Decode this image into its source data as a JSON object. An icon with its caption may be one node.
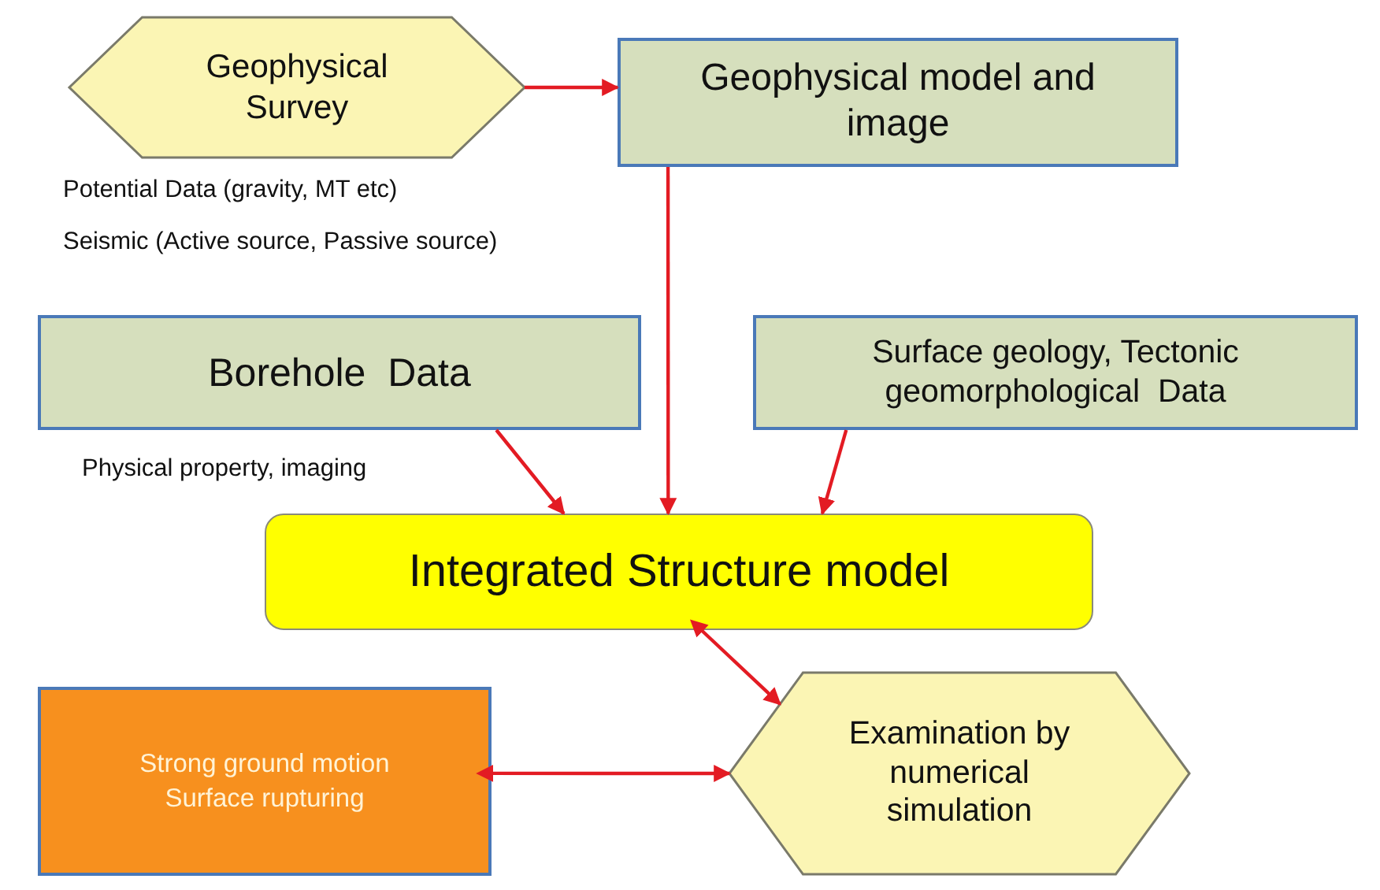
{
  "diagram": {
    "nodes": [
      {
        "text": [
          "Geophysical Survey"
        ],
        "beside": [
          "Potential Data (gravity, MT etc)",
          "Seismic (Active source, Passive source)"
        ]
      },
      {
        "text": [
          "Geophysical model and image"
        ]
      },
      {
        "text": [
          "Borehole  Data"
        ],
        "beside": [
          "Physical property, imaging"
        ]
      },
      {
        "text": [
          "Surface geology, Tectonic geomorphological  Data"
        ]
      },
      {
        "text": [
          "Integrated Structure model"
        ]
      },
      {
        "text": [
          "Examination by numerical simulation"
        ]
      },
      {
        "text": [
          "Strong ground motion",
          "Surface rupturing"
        ]
      }
    ],
    "edges": [
      {
        "from": 0,
        "to": 1,
        "arrow": "to"
      },
      {
        "from": 1,
        "to": 4,
        "arrow": "to"
      },
      {
        "from": 2,
        "to": 4,
        "arrow": "to"
      },
      {
        "from": 3,
        "to": 4,
        "arrow": "to"
      },
      {
        "from": 4,
        "to": 5,
        "arrow": "both"
      },
      {
        "from": 6,
        "to": 5,
        "arrow": "both"
      }
    ]
  }
}
